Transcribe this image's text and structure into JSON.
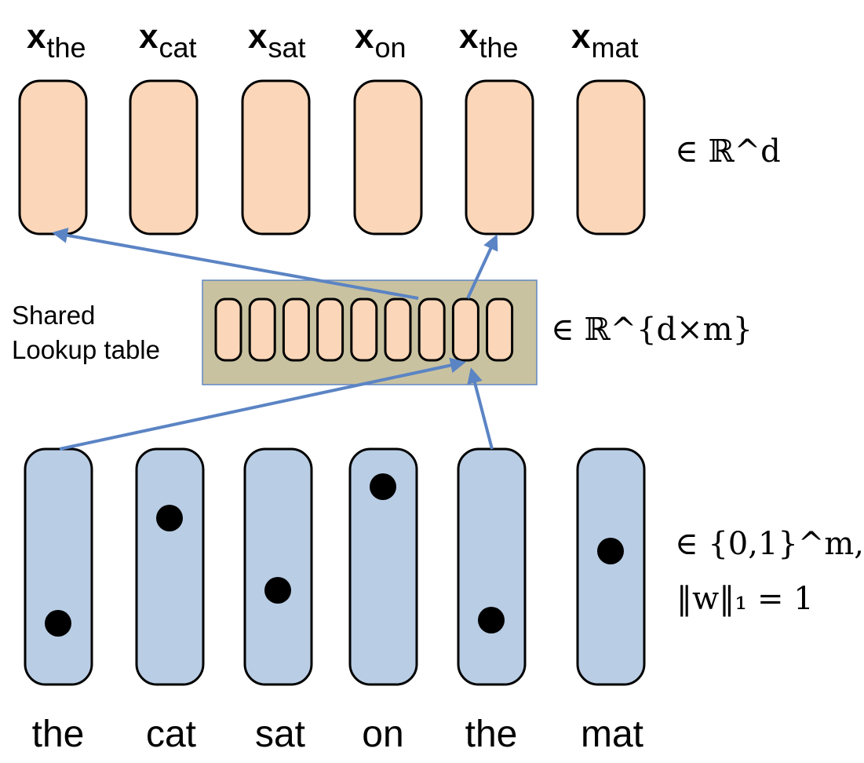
{
  "diagram": {
    "embedding_labels": [
      {
        "symbol": "x",
        "word": "the"
      },
      {
        "symbol": "x",
        "word": "cat"
      },
      {
        "symbol": "x",
        "word": "sat"
      },
      {
        "symbol": "x",
        "word": "on"
      },
      {
        "symbol": "x",
        "word": "the"
      },
      {
        "symbol": "x",
        "word": "mat"
      }
    ],
    "input_words": [
      "the",
      "cat",
      "sat",
      "on",
      "the",
      "mat"
    ],
    "embedding_space": "∈ ℝ^d",
    "lookup_table": {
      "label_line1": "Shared",
      "label_line2": "Lookup table",
      "space": "∈ ℝ^{d×m}",
      "cell_count": 9
    },
    "one_hot": {
      "space": "∈ {0,1}^m,",
      "norm": "‖w‖₁ = 1",
      "dot_levels": [
        0.92,
        0.25,
        0.71,
        0.05,
        0.9,
        0.46
      ]
    },
    "colors": {
      "embedding_fill": "#fbd6b8",
      "one_hot_fill": "#b9cde5",
      "table_fill": "#c9c2a0",
      "table_border": "#5b84c4",
      "arrow": "#5b84c4",
      "outline": "#000000"
    }
  }
}
